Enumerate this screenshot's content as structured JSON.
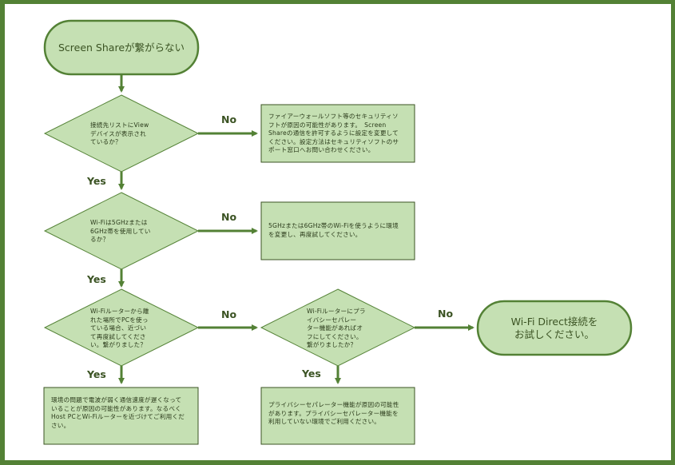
{
  "colors": {
    "frame": "#538135",
    "fill": "#c5e0b3",
    "stroke": "#538135",
    "text": "#2a3a1a",
    "label": "#3b5323"
  },
  "start": {
    "text": "Screen Shareが繋がらない"
  },
  "decisions": [
    {
      "text": "接続先リストにView\nデバイスが表示され\nているか？"
    },
    {
      "text": "Wi-Fiは5GHzまたは\n6GHz帯を使用してい\nるか？"
    },
    {
      "text": "Wi-Fiルーターから離\nれた場所でPCを使っ\nている場合、近づい\nて再度試してくださ\nい。繋がりました？"
    },
    {
      "text": "Wi-Fiルーターにプラ\nイバシーセパレー\nター機能があればオ\nフにしてください。\n繋がりましたか？"
    }
  ],
  "boxes": [
    {
      "text": "ファイアーウォールソフト等のセキュリティソ\nフトが原因の可能性があります。　Screen\nShareの通信を許可するように設定を変更して\nください。設定方法はセキュリティソフトのサ\nポート窓口へお問い合わせください。"
    },
    {
      "text": "5GHzまたは6GHz帯のWi-Fiを使うように環境\nを変更し、再度試してください。"
    },
    {
      "text": "環境の問題で電波が弱く通信速度が遅くなって\nいることが原因の可能性があります。なるべく\nHost PCとWi-Fiルーターを近づけてご利用くだ\nさい。"
    },
    {
      "text": "プライバシーセパレーター機能が原因の可能性\nがあります。プライバシーセパレーター機能を\n利用していない環境でご利用ください。"
    }
  ],
  "end": {
    "text": "Wi-Fi Direct接続を\nお試しください。"
  },
  "labels": {
    "no1": "No",
    "yes1": "Yes",
    "no2": "No",
    "yes2": "Yes",
    "no3": "No",
    "yes3": "Yes",
    "no4": "No",
    "yes4": "Yes"
  }
}
